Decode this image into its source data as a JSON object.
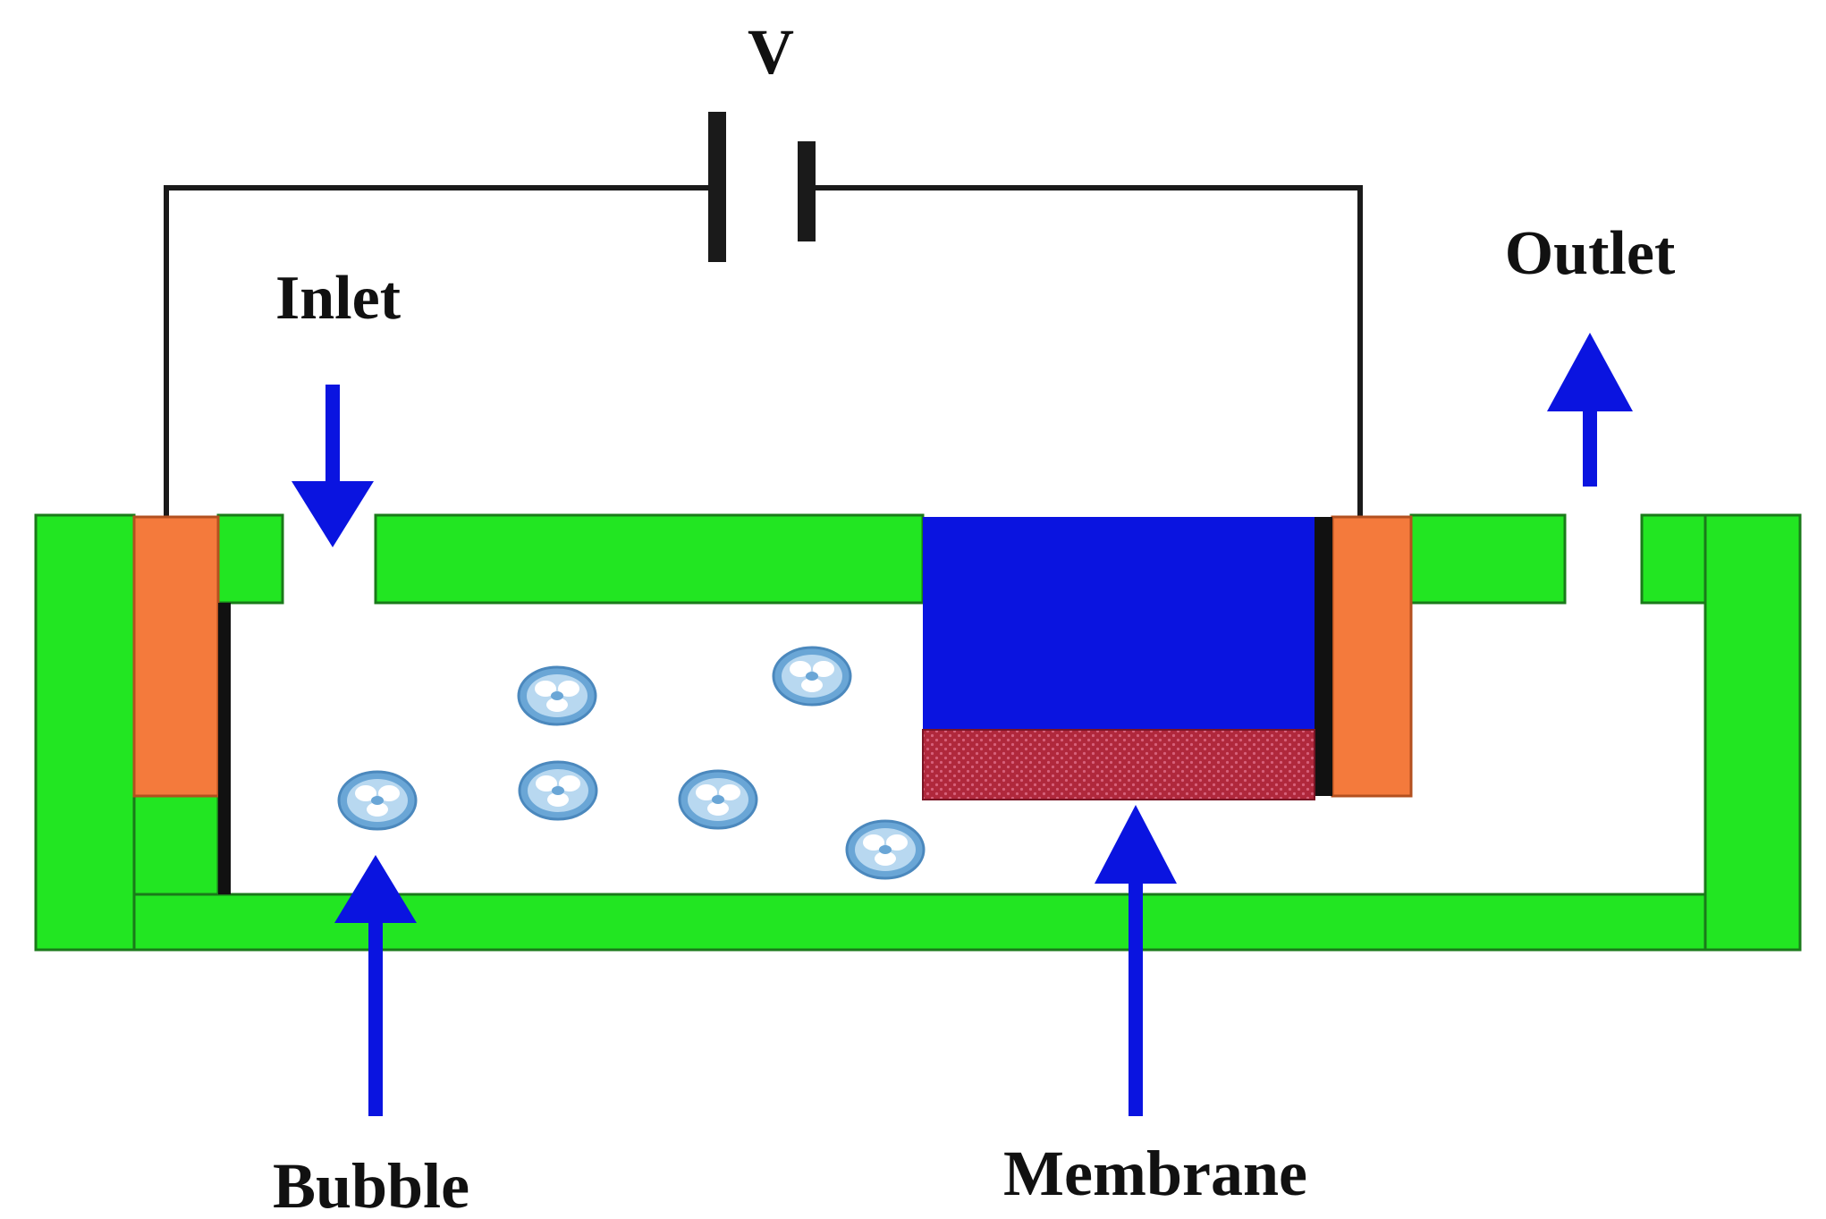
{
  "labels": {
    "voltage": "V",
    "inlet": "Inlet",
    "outlet": "Outlet",
    "bubble": "Bubble",
    "membrane": "Membrane"
  },
  "colors": {
    "channel": "#22e622",
    "electrode": "#f47a3c",
    "electrolyte": "#0a14e0",
    "membrane": "#b0283c",
    "arrow": "#0a14e0",
    "wire": "#1a1a1a",
    "bubble": "#6aa6d6"
  }
}
